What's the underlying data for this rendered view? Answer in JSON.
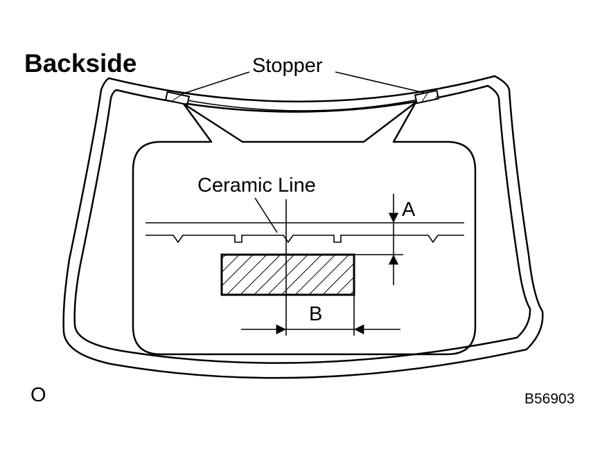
{
  "title": "Backside",
  "labels": {
    "stopper": "Stopper",
    "ceramic_line": "Ceramic Line",
    "dim_a": "A",
    "dim_b": "B"
  },
  "footer": {
    "left_mark": "O",
    "figure_code": "B56903"
  },
  "colors": {
    "ink": "#000000",
    "paper": "#ffffff"
  }
}
